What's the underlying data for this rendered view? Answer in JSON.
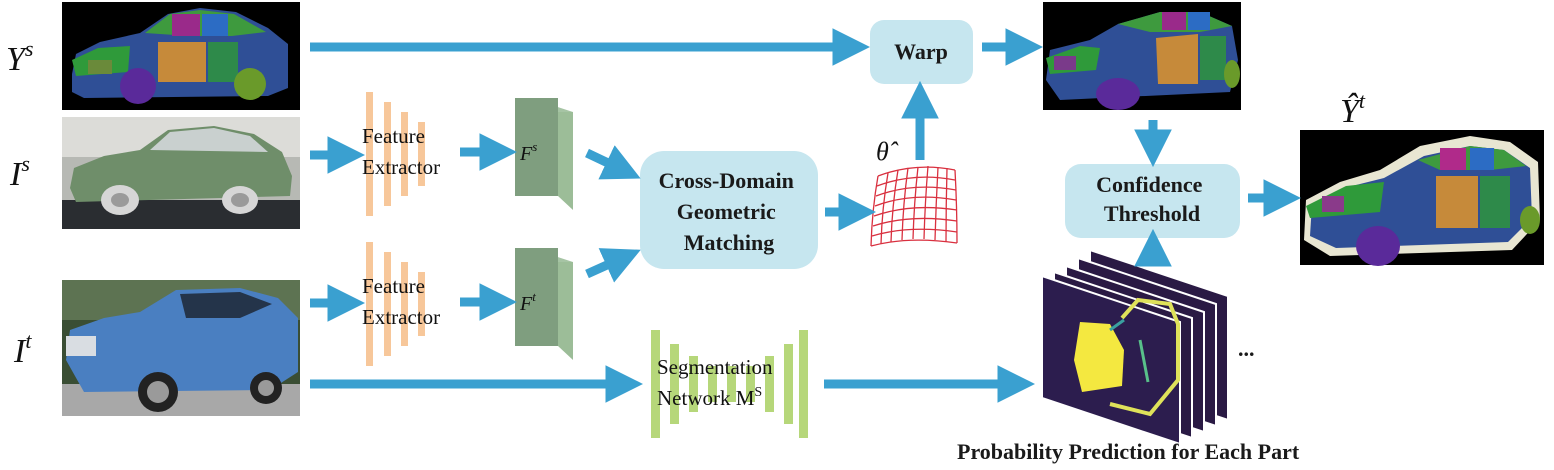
{
  "labels": {
    "Ys": {
      "base": "Y",
      "sup": "s"
    },
    "Is": {
      "base": "I",
      "sup": "s"
    },
    "It": {
      "base": "I",
      "sup": "t"
    },
    "Fs": {
      "base": "F",
      "sup": "s"
    },
    "Ft": {
      "base": "F",
      "sup": "t"
    },
    "Yt_hat": {
      "base": "Ŷ",
      "sup": "t"
    },
    "theta_hat": "θ̂"
  },
  "boxes": {
    "warp": "Warp",
    "cross_domain": [
      "Cross-Domain",
      "Geometric",
      "Matching"
    ],
    "confidence": [
      "Confidence",
      "Threshold"
    ]
  },
  "feature_extractor": [
    "Feature",
    "Extractor"
  ],
  "segmentation": {
    "line1": "Segmentation",
    "line2": "Network M",
    "sup": "S"
  },
  "ellipsis": "...",
  "caption": "Probability Prediction for Each Part",
  "colors": {
    "arrow": "#3aa0d0",
    "box_fill": "#c6e6ef",
    "extractor": "#f7c79a",
    "feature_block": "#7f9e7f",
    "seg_network": "#b6d77a",
    "grid": "#d9303f"
  }
}
